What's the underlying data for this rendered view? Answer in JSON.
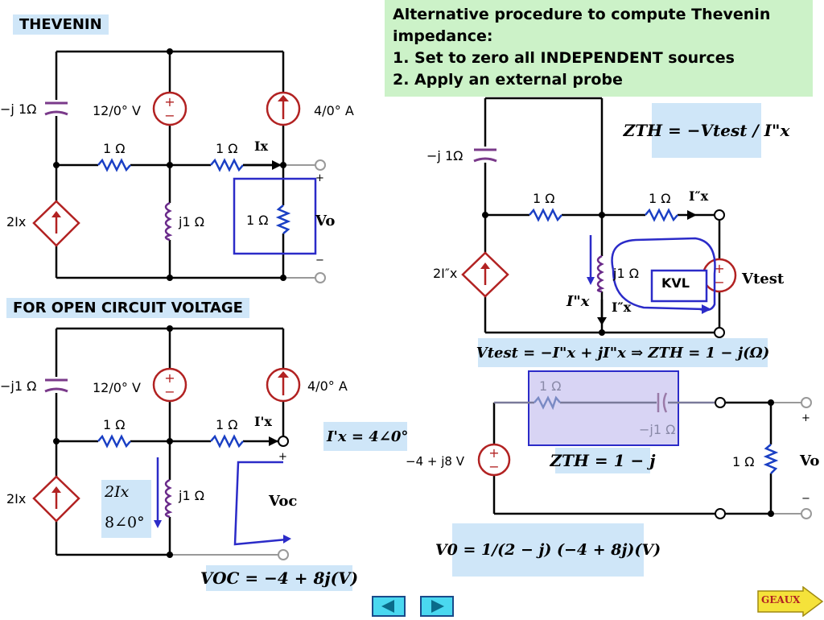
{
  "tags": {
    "thevenin": "THEVENIN",
    "open_circuit": "FOR OPEN CIRCUIT VOLTAGE"
  },
  "note": {
    "line1": "Alternative procedure to compute Thevenin",
    "line2": "impedance:",
    "line3": "1. Set to zero all INDEPENDENT sources",
    "line4": "2. Apply an external probe"
  },
  "circuit1": {
    "cap": "−j 1Ω",
    "vsrc": "12/0° V",
    "isrc": "4/0° A",
    "r1": "1 Ω",
    "r2": "1 Ω",
    "ix": "Ix",
    "dep": "2Ix",
    "ind": "j1 Ω",
    "rload": "1 Ω",
    "vo": "Vo",
    "plus": "+",
    "minus": "−"
  },
  "circuit2": {
    "cap": "−j1 Ω",
    "vsrc": "12/0° V",
    "isrc": "4/0° A",
    "r1": "1 Ω",
    "r2": "1 Ω",
    "ix": "I'x",
    "dep": "2Ix",
    "ind": "j1 Ω",
    "voc": "Voc",
    "plus": "+",
    "ann1": "2Ix",
    "ann2": "8∠0°"
  },
  "circuit3": {
    "cap": "−j 1Ω",
    "r1": "1 Ω",
    "r2": "1 Ω",
    "ix": "I″x",
    "dep": "2I″x",
    "ind": "j1 Ω",
    "kvl": "KVL",
    "vtest": "Vtest",
    "ixloop": "I\"x",
    "ixdown": "I″x"
  },
  "circuit4": {
    "vsrc": "−4 + j8 V",
    "r": "1 Ω",
    "cap": "−j1 Ω",
    "rload": "1 Ω",
    "vo": "Vo",
    "plus": "+",
    "minus": "−"
  },
  "equations": {
    "zth_def": "ZTH = −Vtest / I\"x",
    "ix_prime": "I'x = 4∠0°",
    "vtest": "Vtest = −I\"x + jI\"x ⇒ ZTH = 1 − j(Ω)",
    "zth": "ZTH = 1 − j",
    "voc": "VOC = −4 + 8j(V)",
    "v0": "V0 = 1/(2 − j) (−4 + 8j)(V)"
  },
  "nav": {
    "geaux": "GEAUX"
  },
  "colors": {
    "wire": "#000000",
    "source": "#b22222",
    "resistor": "#1a3fc4",
    "capacitor": "#7a3a8a",
    "inductor": "#6a2a8a",
    "annotation": "#2b2bc8",
    "label_bg": "#cfe6f8",
    "note_bg": "#ccf2c8",
    "zth_box": "#d8d4f4"
  }
}
